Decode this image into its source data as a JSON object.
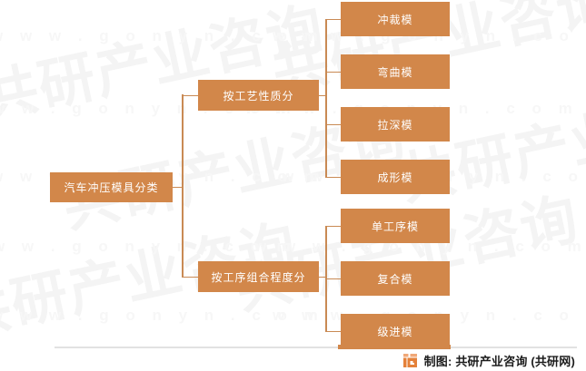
{
  "colors": {
    "node_fill": "#d2874a",
    "node_text": "#ffffff",
    "connector": "#c98a54",
    "rule_gray": "#e2e2e2",
    "watermark": "#f4f4f4",
    "logo": "#e4813a"
  },
  "diagram": {
    "type": "tree",
    "root": {
      "label": "汽车冲压模具分类"
    },
    "branches": [
      {
        "label": "按工艺性质分",
        "leaves": [
          {
            "label": "冲裁模"
          },
          {
            "label": "弯曲模"
          },
          {
            "label": "拉深模"
          },
          {
            "label": "成形模"
          }
        ]
      },
      {
        "label": "按工序组合程度分",
        "leaves": [
          {
            "label": "单工序模"
          },
          {
            "label": "复合模"
          },
          {
            "label": "级进模"
          }
        ]
      }
    ]
  },
  "watermark": {
    "brand_text": "共研产业咨询",
    "url_text": "w w w . g o n y n . c o m"
  },
  "footer": {
    "credit": "制图: 共研产业咨询 (共研网)",
    "logo_name": "gonyn-logo-icon"
  }
}
